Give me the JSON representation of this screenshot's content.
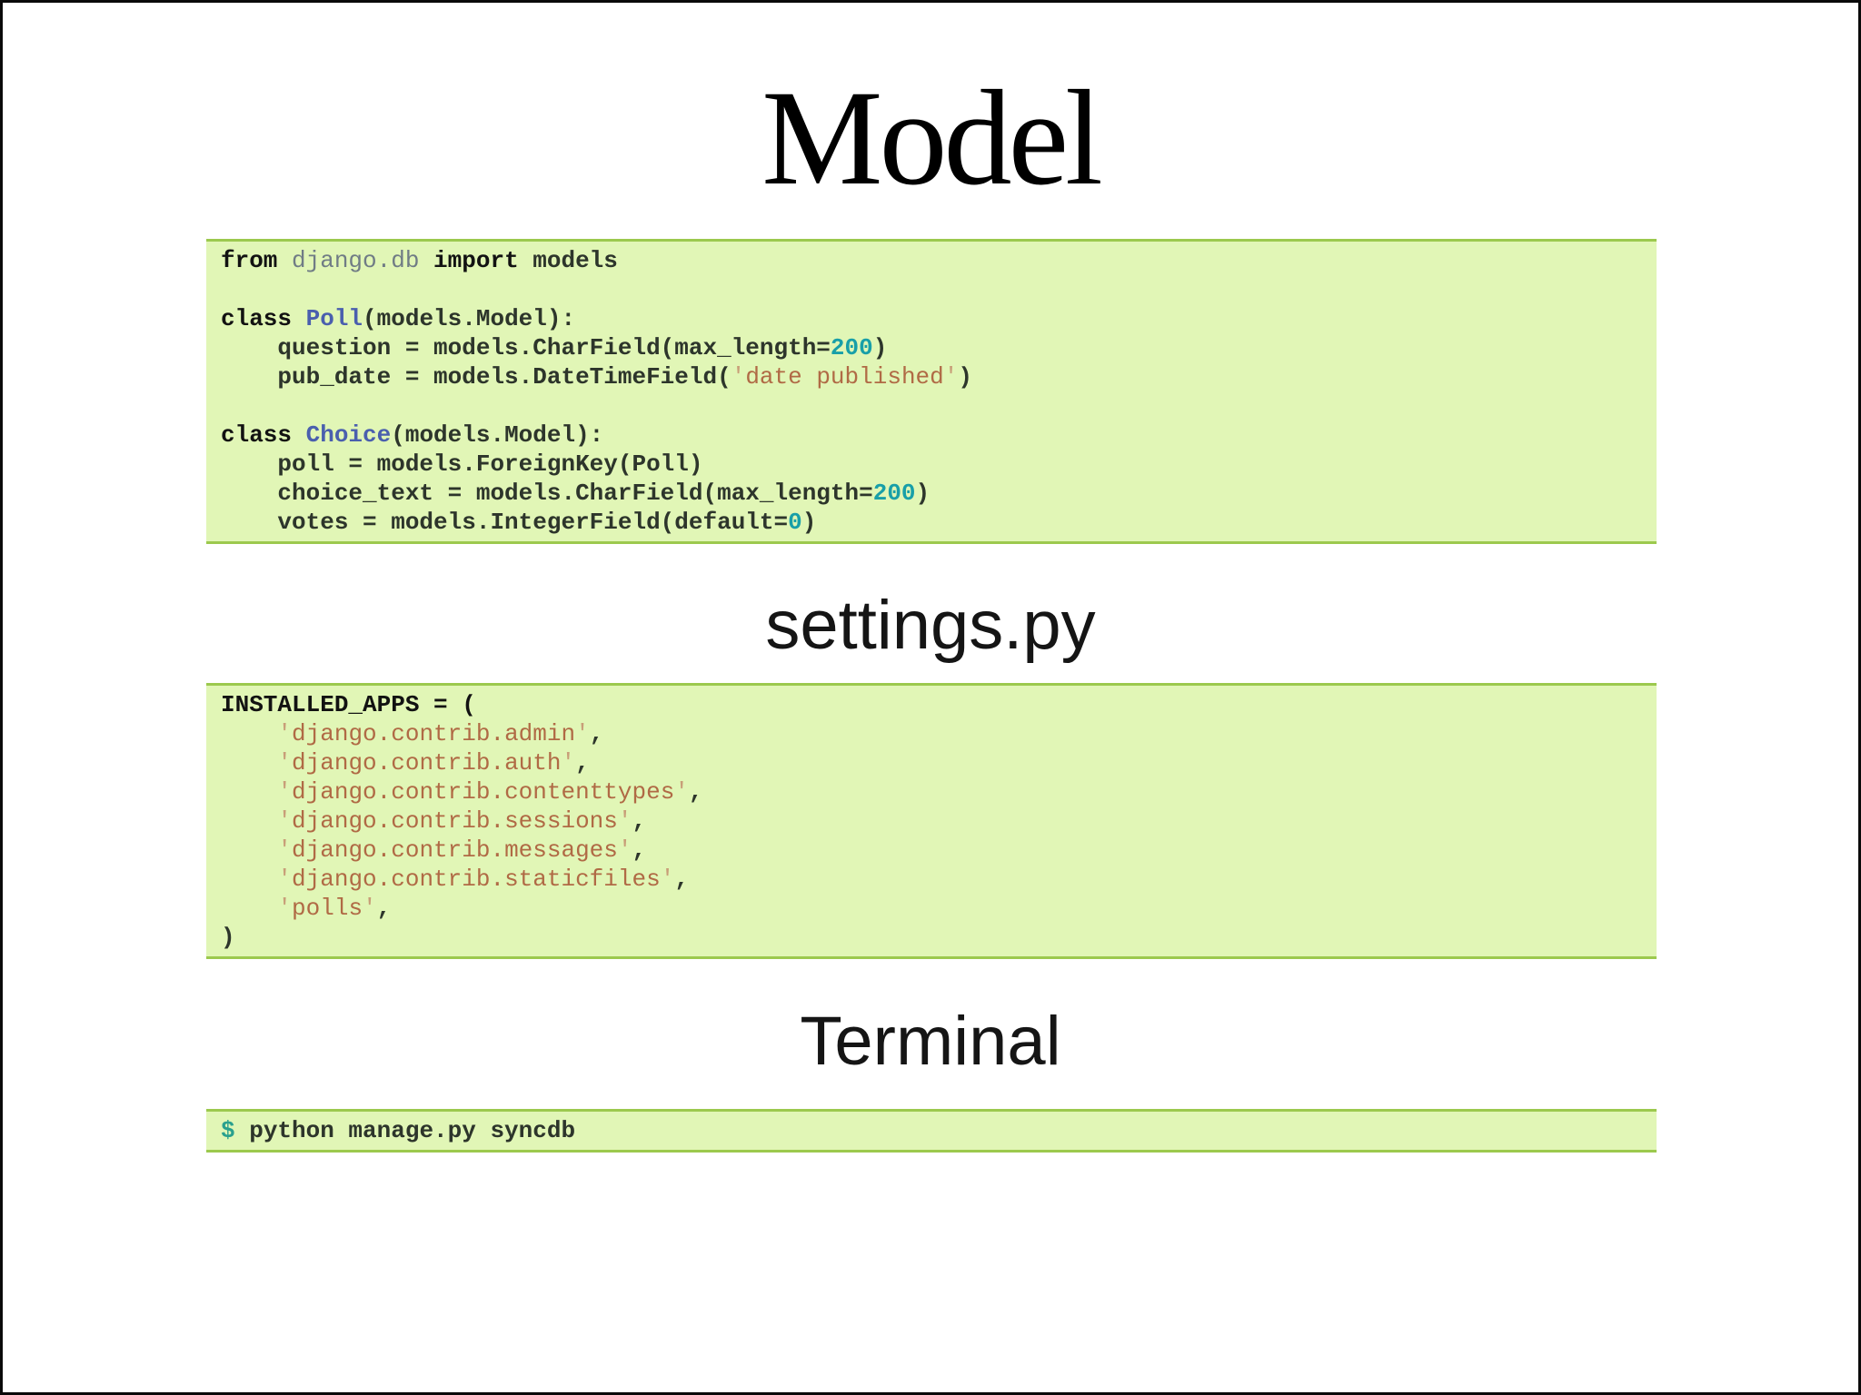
{
  "slide": {
    "title": "Model",
    "headings": {
      "settings": "settings.py",
      "terminal": "Terminal"
    }
  },
  "colors": {
    "title_text": "#000000",
    "heading_text": "#151515",
    "code_bg": "#e1f6b6",
    "code_border": "#9cc94e",
    "code_plain": "#2d352b",
    "code_keyword": "#121212",
    "code_class": "#4a5fae",
    "code_number": "#189fa8",
    "code_string": "#b06a45",
    "code_string_quote": "#c89e78",
    "code_module": "#707c85",
    "code_prompt": "#2aa08e"
  },
  "code": {
    "models_py": [
      [
        {
          "type": "kw",
          "text": "from "
        },
        {
          "type": "mod",
          "text": "django.db"
        },
        {
          "type": "kw",
          "text": " import"
        },
        {
          "type": "plain",
          "text": " models"
        }
      ],
      [],
      [
        {
          "type": "kw",
          "text": "class "
        },
        {
          "type": "cls",
          "text": "Poll"
        },
        {
          "type": "plain",
          "text": "(models.Model):"
        }
      ],
      [
        {
          "type": "plain",
          "text": "    question = models.CharField(max_length="
        },
        {
          "type": "num",
          "text": "200"
        },
        {
          "type": "plain",
          "text": ")"
        }
      ],
      [
        {
          "type": "plain",
          "text": "    pub_date = models.DateTimeField("
        },
        {
          "type": "strq",
          "text": "'"
        },
        {
          "type": "str",
          "text": "date published"
        },
        {
          "type": "strq",
          "text": "'"
        },
        {
          "type": "plain",
          "text": ")"
        }
      ],
      [],
      [
        {
          "type": "kw",
          "text": "class "
        },
        {
          "type": "cls",
          "text": "Choice"
        },
        {
          "type": "plain",
          "text": "(models.Model):"
        }
      ],
      [
        {
          "type": "plain",
          "text": "    poll = models.ForeignKey(Poll)"
        }
      ],
      [
        {
          "type": "plain",
          "text": "    choice_text = models.CharField(max_length="
        },
        {
          "type": "num",
          "text": "200"
        },
        {
          "type": "plain",
          "text": ")"
        }
      ],
      [
        {
          "type": "plain",
          "text": "    votes = models.IntegerField(default="
        },
        {
          "type": "num",
          "text": "0"
        },
        {
          "type": "plain",
          "text": ")"
        }
      ]
    ],
    "settings_py": [
      [
        {
          "type": "kw",
          "text": "INSTALLED_APPS = ("
        }
      ],
      [
        {
          "type": "plain",
          "text": "    "
        },
        {
          "type": "strq",
          "text": "'"
        },
        {
          "type": "str",
          "text": "django.contrib.admin"
        },
        {
          "type": "strq",
          "text": "'"
        },
        {
          "type": "plain",
          "text": ","
        }
      ],
      [
        {
          "type": "plain",
          "text": "    "
        },
        {
          "type": "strq",
          "text": "'"
        },
        {
          "type": "str",
          "text": "django.contrib.auth"
        },
        {
          "type": "strq",
          "text": "'"
        },
        {
          "type": "plain",
          "text": ","
        }
      ],
      [
        {
          "type": "plain",
          "text": "    "
        },
        {
          "type": "strq",
          "text": "'"
        },
        {
          "type": "str",
          "text": "django.contrib.contenttypes"
        },
        {
          "type": "strq",
          "text": "'"
        },
        {
          "type": "plain",
          "text": ","
        }
      ],
      [
        {
          "type": "plain",
          "text": "    "
        },
        {
          "type": "strq",
          "text": "'"
        },
        {
          "type": "str",
          "text": "django.contrib.sessions"
        },
        {
          "type": "strq",
          "text": "'"
        },
        {
          "type": "plain",
          "text": ","
        }
      ],
      [
        {
          "type": "plain",
          "text": "    "
        },
        {
          "type": "strq",
          "text": "'"
        },
        {
          "type": "str",
          "text": "django.contrib.messages"
        },
        {
          "type": "strq",
          "text": "'"
        },
        {
          "type": "plain",
          "text": ","
        }
      ],
      [
        {
          "type": "plain",
          "text": "    "
        },
        {
          "type": "strq",
          "text": "'"
        },
        {
          "type": "str",
          "text": "django.contrib.staticfiles"
        },
        {
          "type": "strq",
          "text": "'"
        },
        {
          "type": "plain",
          "text": ","
        }
      ],
      [
        {
          "type": "plain",
          "text": "    "
        },
        {
          "type": "strq",
          "text": "'"
        },
        {
          "type": "str",
          "text": "polls"
        },
        {
          "type": "strq",
          "text": "'"
        },
        {
          "type": "plain",
          "text": ","
        }
      ],
      [
        {
          "type": "plain",
          "text": ")"
        }
      ]
    ],
    "terminal": [
      [
        {
          "type": "prompt",
          "text": "$"
        },
        {
          "type": "plain",
          "text": " python manage.py syncdb"
        }
      ]
    ]
  }
}
